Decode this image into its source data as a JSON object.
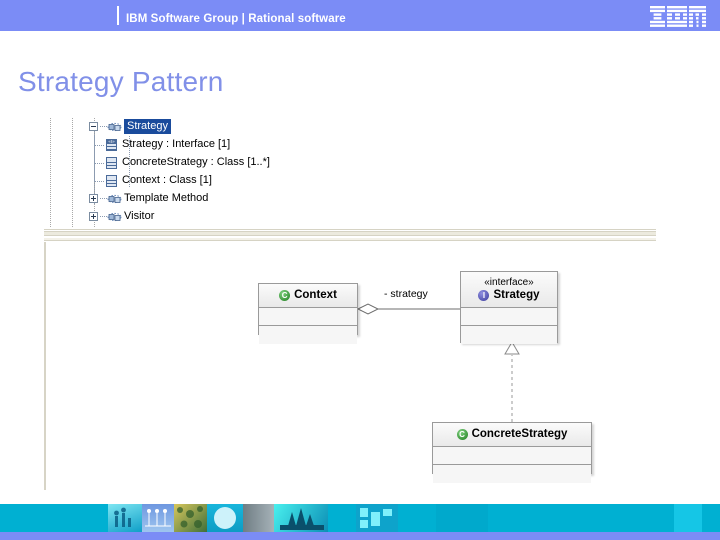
{
  "header": {
    "brand": "IBM Software Group | Rational software",
    "logo_icon": "ibm-logo",
    "bg_color": "#7b8cf6",
    "text_color": "#ffffff"
  },
  "slide": {
    "title": "Strategy Pattern",
    "title_color": "#8190e8"
  },
  "tree": {
    "selected_color": "#1a4b9c",
    "items": [
      {
        "label": "Strategy",
        "icon": "pattern-icon",
        "expander": "minus",
        "selected": true,
        "depth": 0
      },
      {
        "label": "Strategy : Interface [1]",
        "icon": "uml-interface-icon",
        "expander": "none",
        "selected": false,
        "depth": 1
      },
      {
        "label": "ConcreteStrategy : Class [1..*]",
        "icon": "uml-class-icon",
        "expander": "none",
        "selected": false,
        "depth": 1
      },
      {
        "label": "Context : Class [1]",
        "icon": "uml-class-icon",
        "expander": "none",
        "selected": false,
        "depth": 1
      },
      {
        "label": "Template Method",
        "icon": "pattern-icon",
        "expander": "plus",
        "selected": false,
        "depth": 0
      },
      {
        "label": "Visitor",
        "icon": "pattern-icon",
        "expander": "plus",
        "selected": false,
        "depth": 0
      }
    ]
  },
  "diagram": {
    "type": "uml-class-diagram",
    "classes": [
      {
        "id": "context",
        "name": "Context",
        "stereotype": "",
        "icon": "class-icon",
        "icon_glyph": "C",
        "icon_color": "#1f7d1f",
        "compartments": 2
      },
      {
        "id": "strategy",
        "name": "Strategy",
        "stereotype": "«interface»",
        "icon": "interface-icon",
        "icon_glyph": "I",
        "icon_color": "#3b3b9c",
        "compartments": 2
      },
      {
        "id": "concrete_strategy",
        "name": "ConcreteStrategy",
        "stereotype": "",
        "icon": "class-icon",
        "icon_glyph": "C",
        "icon_color": "#1f7d1f",
        "compartments": 2
      }
    ],
    "relationships": [
      {
        "from": "context",
        "to": "strategy",
        "kind": "aggregation",
        "label": "- strategy",
        "source_decoration": "open-diamond",
        "target_decoration": "open-arrow"
      },
      {
        "from": "concrete_strategy",
        "to": "strategy",
        "kind": "realization",
        "label": "",
        "source_decoration": "none",
        "target_decoration": "hollow-triangle"
      }
    ]
  },
  "footer": {
    "band_color": "#00b0d2",
    "accent_color": "#7b8cf6",
    "tiles": [
      {
        "name": "tile-figures",
        "width": 34,
        "c1": "#0f9fc8",
        "c2": "#7fe6f2"
      },
      {
        "name": "tile-dots",
        "width": 32,
        "c1": "#5a88d8",
        "c2": "#9ec5ef"
      },
      {
        "name": "tile-texture",
        "width": 33,
        "c1": "#b9a84a",
        "c2": "#3f6f3a"
      },
      {
        "name": "tile-circle",
        "width": 36,
        "c1": "#19b6dc",
        "c2": "#bdf0f8"
      },
      {
        "name": "tile-grey",
        "width": 31,
        "c1": "#7d8a90",
        "c2": "#9aa7ad"
      },
      {
        "name": "tile-trees",
        "width": 54,
        "c1": "#0c8fb6",
        "c2": "#49f0ee"
      },
      {
        "name": "tile-gap",
        "width": 28,
        "c1": "#00b0d2",
        "c2": "#00b0d2"
      },
      {
        "name": "tile-blocks",
        "width": 42,
        "c1": "#0ea3cb",
        "c2": "#5de6f4"
      },
      {
        "name": "tile-gap2",
        "width": 38,
        "c1": "#00b0d2",
        "c2": "#00b0d2"
      },
      {
        "name": "tile-plain",
        "width": 52,
        "c1": "#00a9cc",
        "c2": "#00a9cc"
      },
      {
        "name": "tile-light",
        "width": 186,
        "c1": "#00b0d2",
        "c2": "#00b0d2"
      },
      {
        "name": "tile-bright",
        "width": 28,
        "c1": "#15c6e6",
        "c2": "#15c6e6"
      },
      {
        "name": "tile-end",
        "width": 118,
        "c1": "#00b0d2",
        "c2": "#00b0d2"
      }
    ]
  }
}
